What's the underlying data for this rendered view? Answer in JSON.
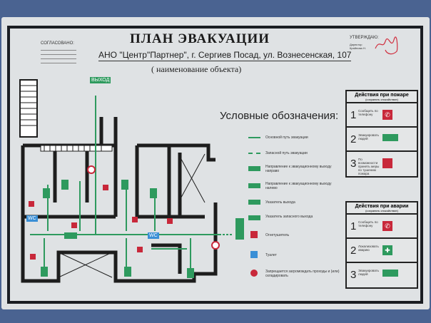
{
  "header": {
    "agreed": "СОГЛАСОВАНО:",
    "title": "ПЛАН ЭВАКУАЦИИ",
    "address": "АНО \"Центр\"Партнер\", г. Сергиев Посад, ул. Вознесенская, 107",
    "object_caption": "( наименование объекта)",
    "approved": "УТВЕРЖДАЮ:",
    "director": "Директор",
    "director_name": "Крайнова Н."
  },
  "plan": {
    "exit_sign": "ВЫХОД",
    "wc": "WC"
  },
  "legend": {
    "title": "Условные обозначения:",
    "items": [
      "Основной путь эвакуации",
      "Запасной путь эвакуации",
      "Направление к эвакуационному выходу направо",
      "Направление к эвакуационному выходу налево",
      "Указатель выхода",
      "Указатель запасного выхода",
      "Огнетушитель",
      "Туалет",
      "Запрещается загромождать проходы и (или) складировать"
    ]
  },
  "fire": {
    "title": "Действия при пожаре",
    "subtitle": "(сохранять спокойствие)",
    "steps": [
      {
        "n": "1",
        "text": "Сообщить по телефону"
      },
      {
        "n": "2",
        "text": "Эвакуировать людей"
      },
      {
        "n": "3",
        "text": "По возможности принять меры по тушению пожара"
      }
    ]
  },
  "accident": {
    "title": "Действия при аварии",
    "subtitle": "(сохранять спокойствие)",
    "steps": [
      {
        "n": "1",
        "text": "Сообщить по телефону"
      },
      {
        "n": "2",
        "text": "Локализовать аварию"
      },
      {
        "n": "3",
        "text": "Эвакуировать людей"
      }
    ]
  },
  "colors": {
    "green": "#2e9a5e",
    "red": "#c8283a",
    "blue": "#3a8fd6"
  }
}
